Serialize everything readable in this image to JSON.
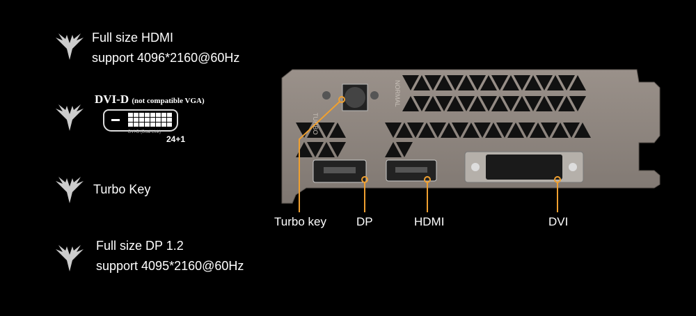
{
  "features": [
    {
      "line1": "Full size HDMI",
      "line2": "support 4096*2160@60Hz"
    },
    {
      "title": "DVI-D",
      "note": "(not compatible VGA)",
      "connector_caption": "DVI-D (Dual Link)",
      "pins": "24+1"
    },
    {
      "line1": "Turbo Key"
    },
    {
      "line1": "Full size DP 1.2",
      "line2": "support 4095*2160@60Hz"
    }
  ],
  "bracket": {
    "engraving_turbo": "TURBO",
    "engraving_normal": "NORMAL"
  },
  "callouts": [
    "Turbo key",
    "DP",
    "HDMI",
    "DVI"
  ],
  "colors": {
    "background": "#000000",
    "callout": "#f0a030",
    "bracket": "#8a827c"
  }
}
